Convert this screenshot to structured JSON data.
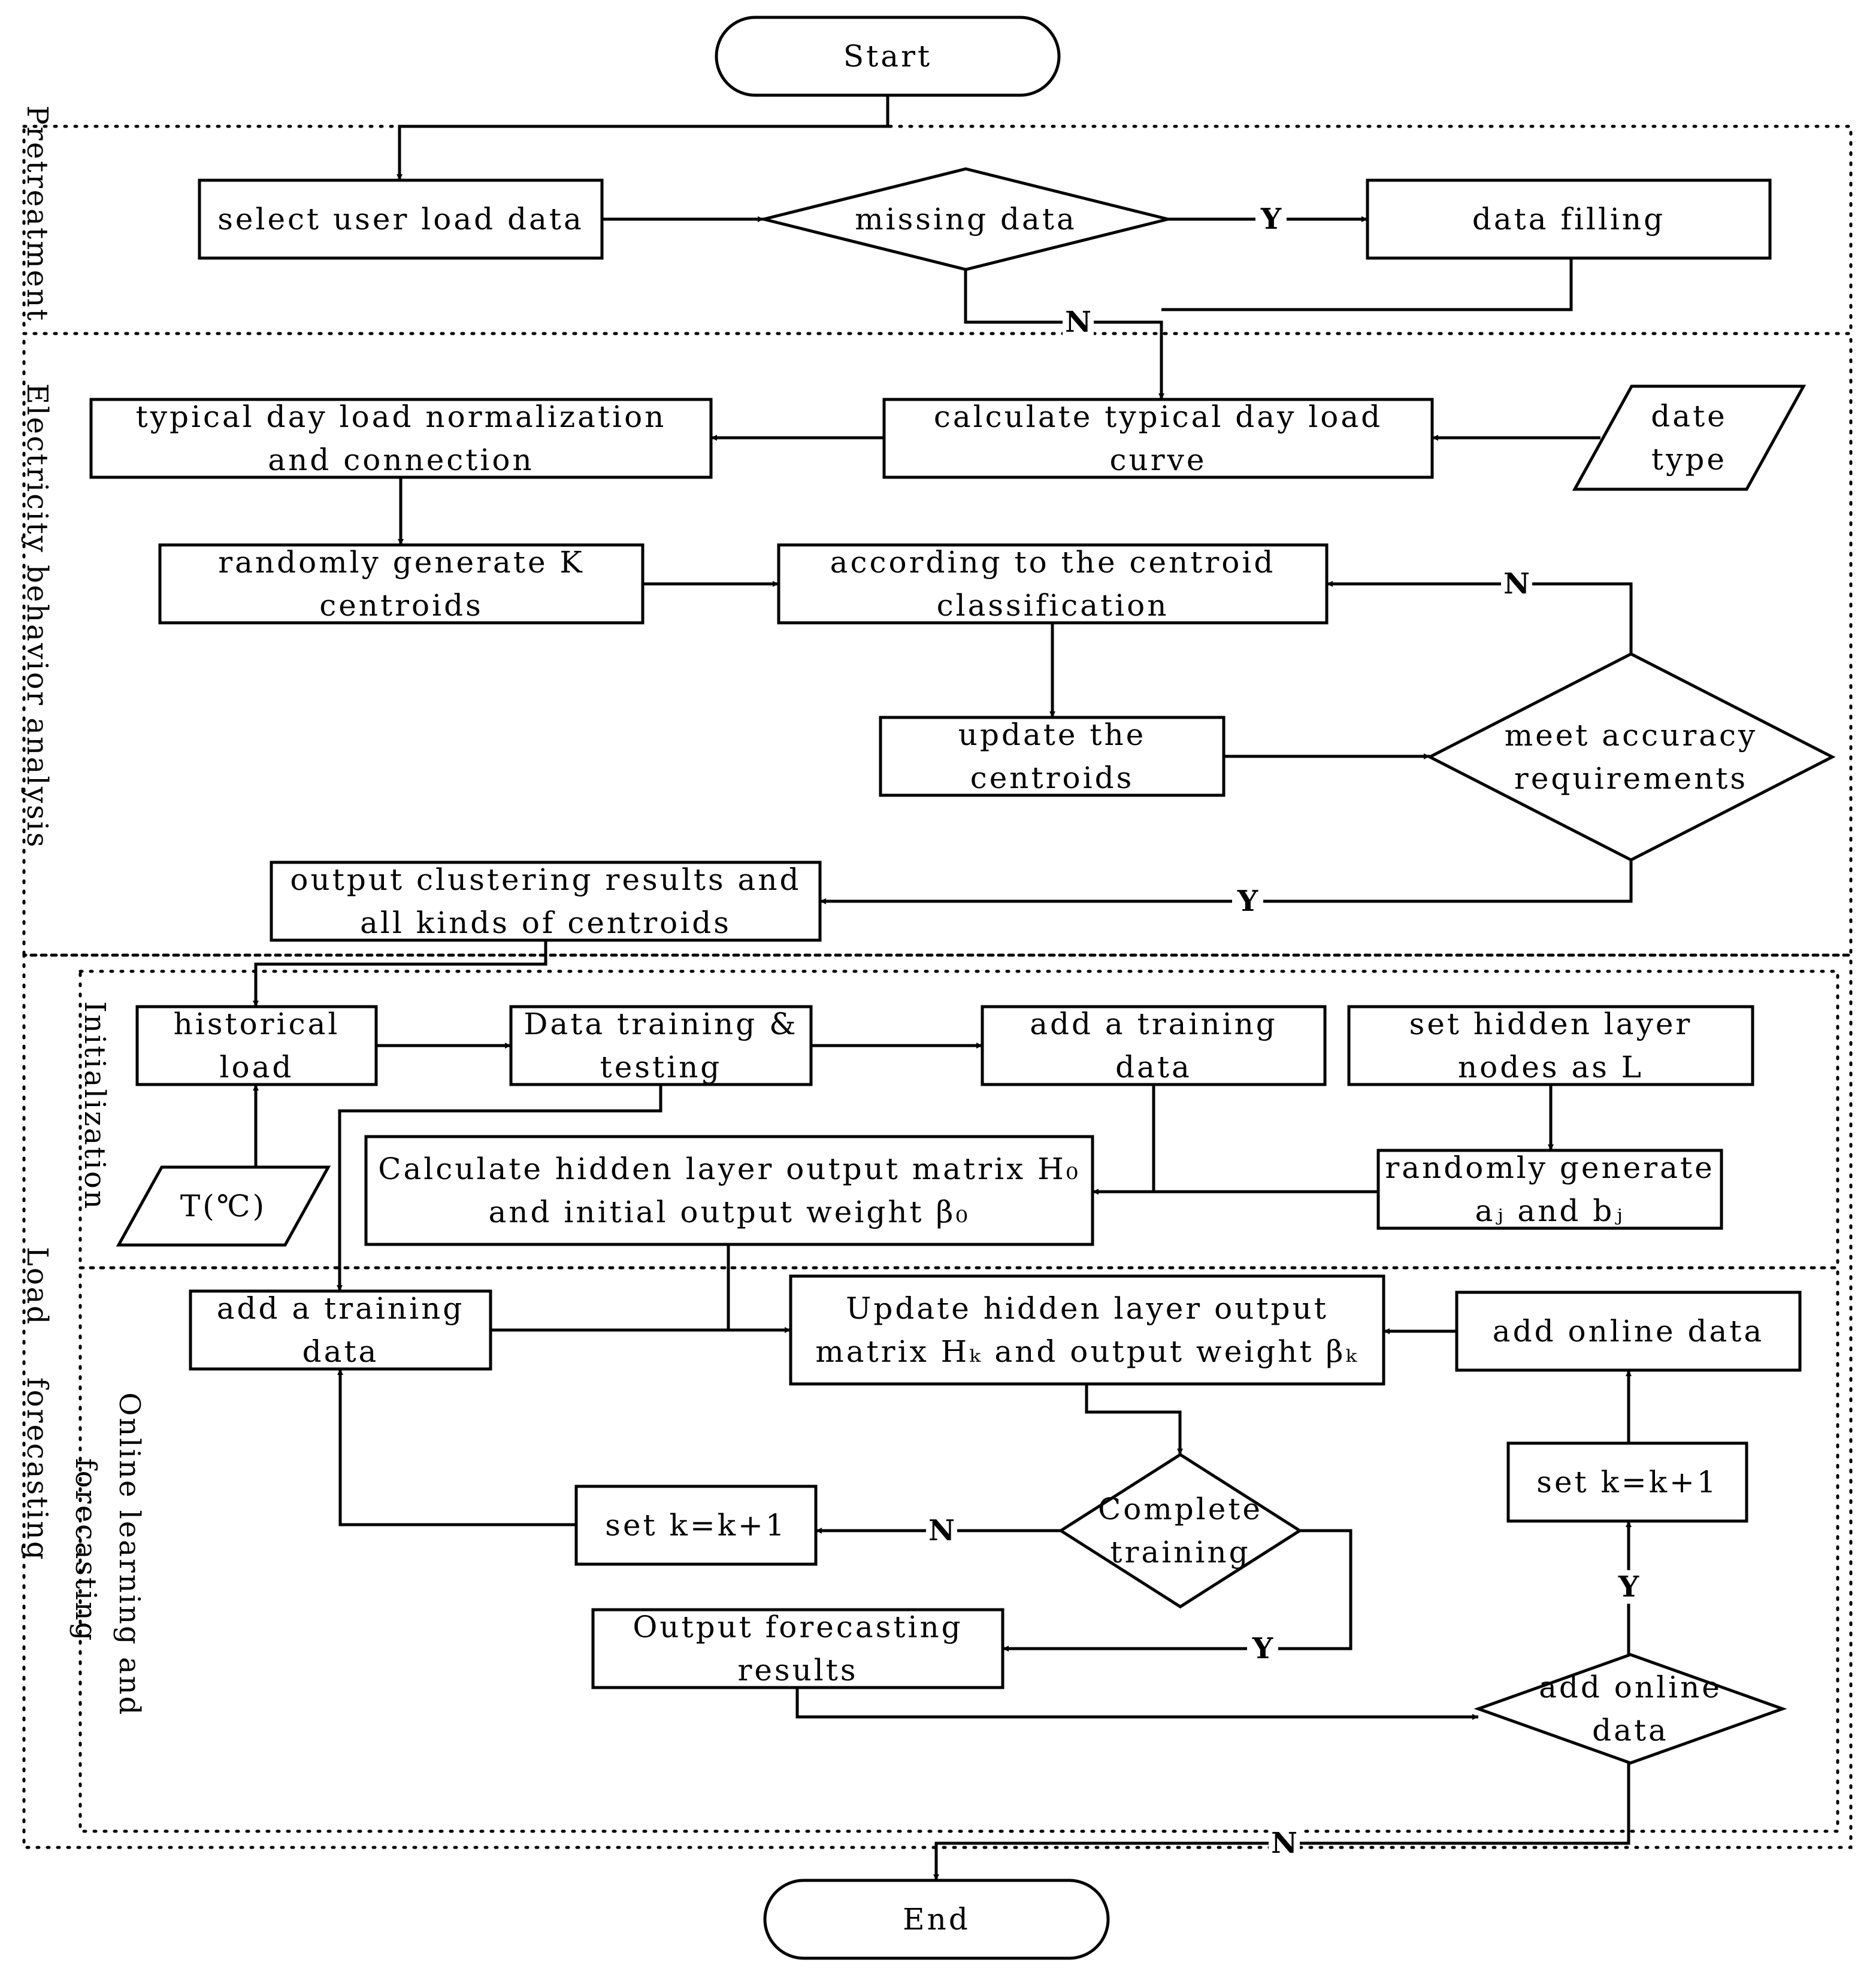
{
  "colors": {
    "stroke": "#000000",
    "background": "#ffffff"
  },
  "regions": {
    "pretreatment": "Pretreatment",
    "behavior": "Electricity behavior analysis",
    "load": "Load",
    "forecasting": "forecasting",
    "initialization": "Initialization",
    "online1": "Online learning and",
    "online2": "forecasting"
  },
  "nodes": {
    "start": {
      "shape": "terminal",
      "lines": [
        "Start"
      ]
    },
    "select": {
      "shape": "process",
      "lines": [
        "select user load data"
      ]
    },
    "missing": {
      "shape": "decision",
      "lines": [
        "missing data"
      ]
    },
    "filling": {
      "shape": "process",
      "lines": [
        "data filling"
      ]
    },
    "normalize": {
      "shape": "process",
      "lines": [
        "typical day load normalization",
        "and connection"
      ]
    },
    "calc_curve": {
      "shape": "process",
      "lines": [
        "calculate typical day load",
        "curve"
      ]
    },
    "date_type": {
      "shape": "data",
      "lines": [
        "date",
        "type"
      ]
    },
    "gen_k": {
      "shape": "process",
      "lines": [
        "randomly generate K",
        "centroids"
      ]
    },
    "classify": {
      "shape": "process",
      "lines": [
        "according to the centroid",
        "classification"
      ]
    },
    "update_c": {
      "shape": "process",
      "lines": [
        "update the",
        "centroids"
      ]
    },
    "accuracy": {
      "shape": "decision",
      "lines": [
        "meet accuracy",
        "requirements"
      ]
    },
    "out_cluster": {
      "shape": "process",
      "lines": [
        "output clustering results and",
        "all kinds of centroids"
      ]
    },
    "hist": {
      "shape": "process",
      "lines": [
        "historical",
        "load"
      ]
    },
    "train_test": {
      "shape": "process",
      "lines": [
        "Data training &",
        "testing"
      ]
    },
    "add_train1": {
      "shape": "process",
      "lines": [
        "add a training",
        "data"
      ]
    },
    "set_hidden": {
      "shape": "process",
      "lines": [
        "set hidden layer",
        "nodes as L"
      ]
    },
    "temp": {
      "shape": "data",
      "lines": [
        "T(℃)"
      ]
    },
    "calc_h0": {
      "shape": "process",
      "lines": [
        "Calculate hidden layer output matrix H₀",
        "and initial output weight β₀"
      ]
    },
    "gen_ab": {
      "shape": "process",
      "lines": [
        "randomly generate",
        "aⱼ and bⱼ"
      ]
    },
    "add_train2": {
      "shape": "process",
      "lines": [
        "add a training",
        "data"
      ]
    },
    "update_h": {
      "shape": "process",
      "lines": [
        "Update hidden layer output",
        "matrix Hₖ and output weight βₖ"
      ]
    },
    "add_online1": {
      "shape": "process",
      "lines": [
        "add online data"
      ]
    },
    "set_k1": {
      "shape": "process",
      "lines": [
        "set k=k+1"
      ]
    },
    "complete": {
      "shape": "decision",
      "lines": [
        "Complete",
        "training"
      ]
    },
    "set_k2": {
      "shape": "process",
      "lines": [
        "set k=k+1"
      ]
    },
    "output_fc": {
      "shape": "process",
      "lines": [
        "Output forecasting",
        "results"
      ]
    },
    "add_online2": {
      "shape": "decision",
      "lines": [
        "add online",
        "data"
      ]
    },
    "end": {
      "shape": "terminal",
      "lines": [
        "End"
      ]
    }
  },
  "edges": [
    {
      "from": "start",
      "to": "select",
      "label": ""
    },
    {
      "from": "select",
      "to": "missing",
      "label": ""
    },
    {
      "from": "missing",
      "to": "filling",
      "label": "Y"
    },
    {
      "from": "missing",
      "to": "calc_curve",
      "label": "N"
    },
    {
      "from": "filling",
      "to": "calc_curve",
      "label": ""
    },
    {
      "from": "date_type",
      "to": "calc_curve",
      "label": ""
    },
    {
      "from": "calc_curve",
      "to": "normalize",
      "label": ""
    },
    {
      "from": "normalize",
      "to": "gen_k",
      "label": ""
    },
    {
      "from": "gen_k",
      "to": "classify",
      "label": ""
    },
    {
      "from": "classify",
      "to": "update_c",
      "label": ""
    },
    {
      "from": "update_c",
      "to": "accuracy",
      "label": ""
    },
    {
      "from": "accuracy",
      "to": "classify",
      "label": "N"
    },
    {
      "from": "accuracy",
      "to": "out_cluster",
      "label": "Y"
    },
    {
      "from": "out_cluster",
      "to": "hist",
      "label": ""
    },
    {
      "from": "hist",
      "to": "train_test",
      "label": ""
    },
    {
      "from": "train_test",
      "to": "add_train1",
      "label": ""
    },
    {
      "from": "temp",
      "to": "hist",
      "label": ""
    },
    {
      "from": "train_test",
      "to": "add_train2",
      "label": ""
    },
    {
      "from": "add_train1",
      "to": "calc_h0",
      "label": ""
    },
    {
      "from": "set_hidden",
      "to": "gen_ab",
      "label": ""
    },
    {
      "from": "gen_ab",
      "to": "calc_h0",
      "label": ""
    },
    {
      "from": "calc_h0",
      "to": "update_h",
      "label": ""
    },
    {
      "from": "add_train2",
      "to": "update_h",
      "label": ""
    },
    {
      "from": "add_online1",
      "to": "update_h",
      "label": ""
    },
    {
      "from": "update_h",
      "to": "complete",
      "label": ""
    },
    {
      "from": "complete",
      "to": "set_k2",
      "label": "N"
    },
    {
      "from": "set_k2",
      "to": "add_train2",
      "label": ""
    },
    {
      "from": "complete",
      "to": "output_fc",
      "label": "Y"
    },
    {
      "from": "output_fc",
      "to": "add_online2",
      "label": ""
    },
    {
      "from": "add_online2",
      "to": "set_k1",
      "label": "Y"
    },
    {
      "from": "set_k1",
      "to": "add_online1",
      "label": ""
    },
    {
      "from": "add_online2",
      "to": "end",
      "label": "N"
    }
  ]
}
